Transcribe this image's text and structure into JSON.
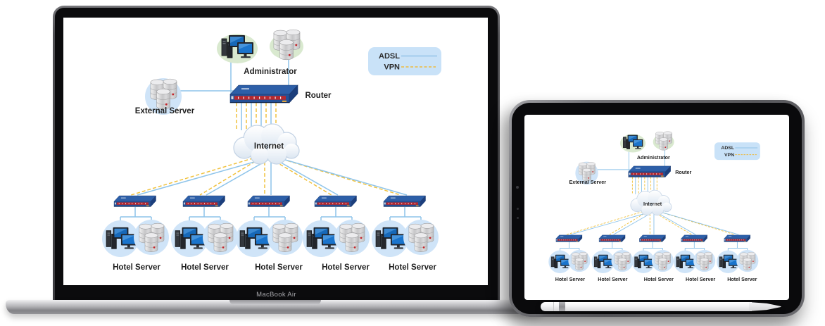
{
  "scene": {
    "laptop": {
      "brand_label": "MacBook Air"
    },
    "tablet": {
      "description": "tablet showing same diagram"
    },
    "pencil": {
      "description": "stylus below tablet"
    }
  },
  "diagram": {
    "nodes": {
      "administrator": {
        "label": "Administrator"
      },
      "router": {
        "label": "Router"
      },
      "external_server": {
        "label": "External Server"
      },
      "internet": {
        "label": "Internet"
      }
    },
    "hotel_servers": [
      {
        "label": "Hotel Server"
      },
      {
        "label": "Hotel Server"
      },
      {
        "label": "Hotel Server"
      },
      {
        "label": "Hotel Server"
      },
      {
        "label": "Hotel Server"
      }
    ],
    "legend": {
      "items": [
        {
          "label": "ADSL",
          "style": "solid",
          "color": "#8ec4ea"
        },
        {
          "label": "VPN",
          "style": "dashed",
          "color": "#f0c23f"
        }
      ],
      "background": "#c9e2f8"
    },
    "icons": {
      "workstation": "workstation-icon",
      "server_stack": "server-stack-icon",
      "router": "router-device-icon",
      "switch": "switch-device-icon",
      "cloud": "internet-cloud-icon"
    },
    "colors": {
      "adsl_line": "#8ec4ea",
      "vpn_line": "#f0c23f",
      "device_blue": "#2d5fa8",
      "device_stripe_red": "#b7282e",
      "highlight_green": "#d9e9cf",
      "highlight_blue": "#cfe4f8"
    }
  }
}
